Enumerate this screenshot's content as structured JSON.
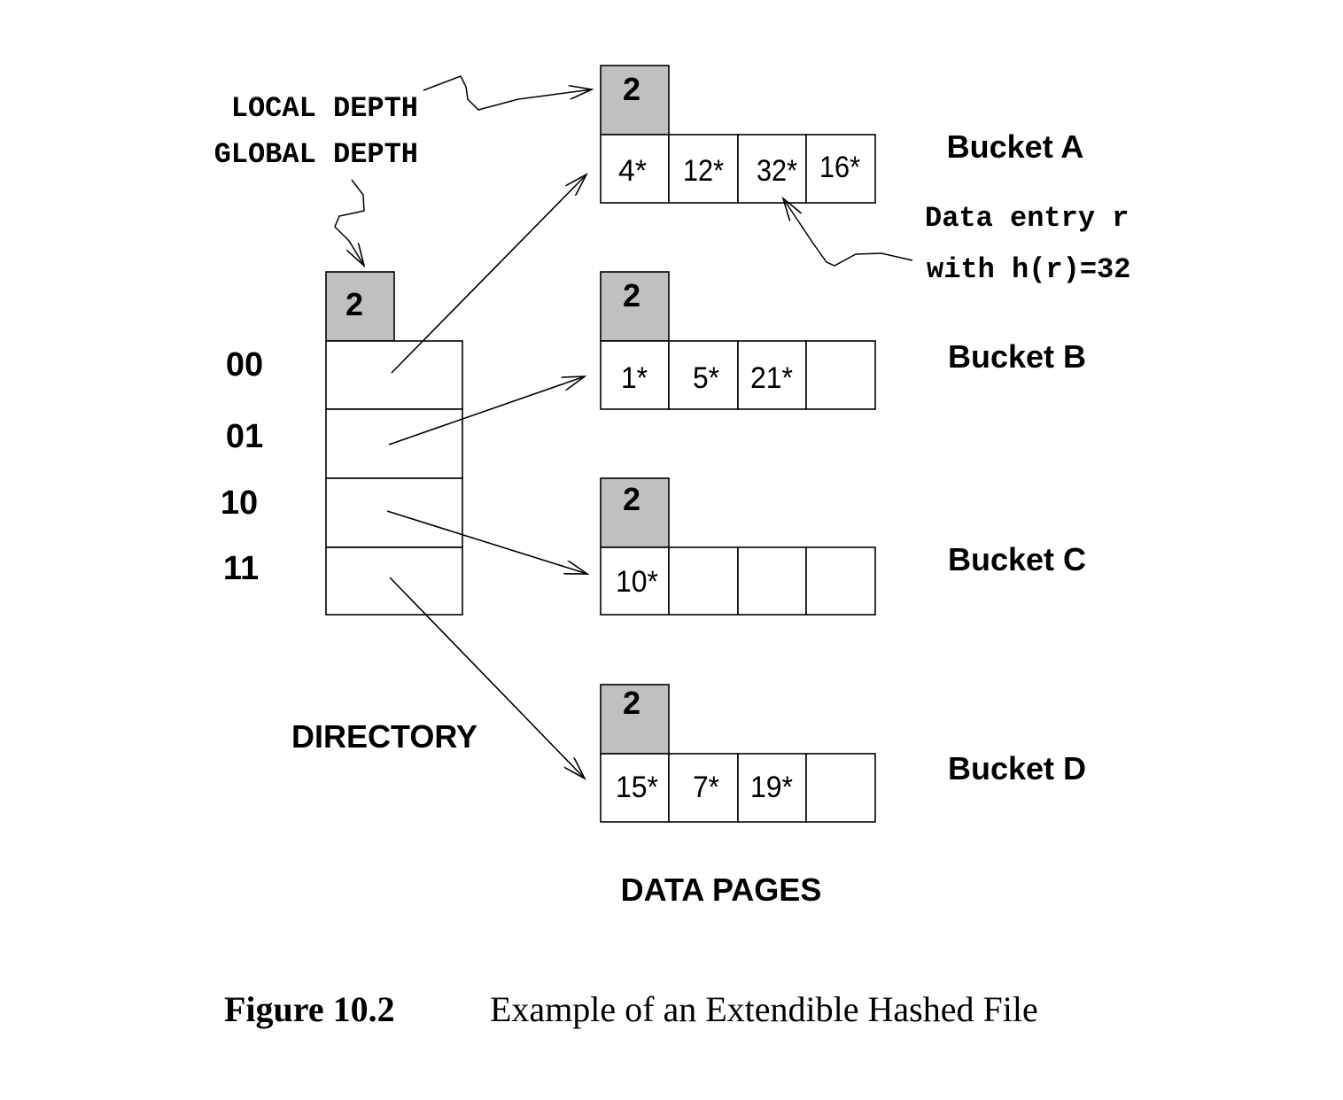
{
  "annotations": {
    "local_depth": "LOCAL DEPTH",
    "global_depth": "GLOBAL DEPTH",
    "data_entry_line1": "Data entry r",
    "data_entry_line2": "with h(r)=32"
  },
  "directory": {
    "global_depth": "2",
    "label": "DIRECTORY",
    "entries": [
      "00",
      "01",
      "10",
      "11"
    ]
  },
  "buckets": [
    {
      "name": "Bucket A",
      "local_depth": "2",
      "entries": [
        "4*",
        "12*",
        "32*",
        "16*"
      ]
    },
    {
      "name": "Bucket B",
      "local_depth": "2",
      "entries": [
        "1*",
        "5*",
        "21*",
        ""
      ]
    },
    {
      "name": "Bucket C",
      "local_depth": "2",
      "entries": [
        "10*",
        "",
        "",
        ""
      ]
    },
    {
      "name": "Bucket D",
      "local_depth": "2",
      "entries": [
        "15*",
        "7*",
        "19*",
        ""
      ]
    }
  ],
  "data_pages_label": "DATA PAGES",
  "caption": {
    "number": "Figure 10.2",
    "text": "Example of an Extendible Hashed File"
  },
  "colors": {
    "depth_fill": "#c0c0c0",
    "line": "#000000",
    "background": "#ffffff"
  }
}
